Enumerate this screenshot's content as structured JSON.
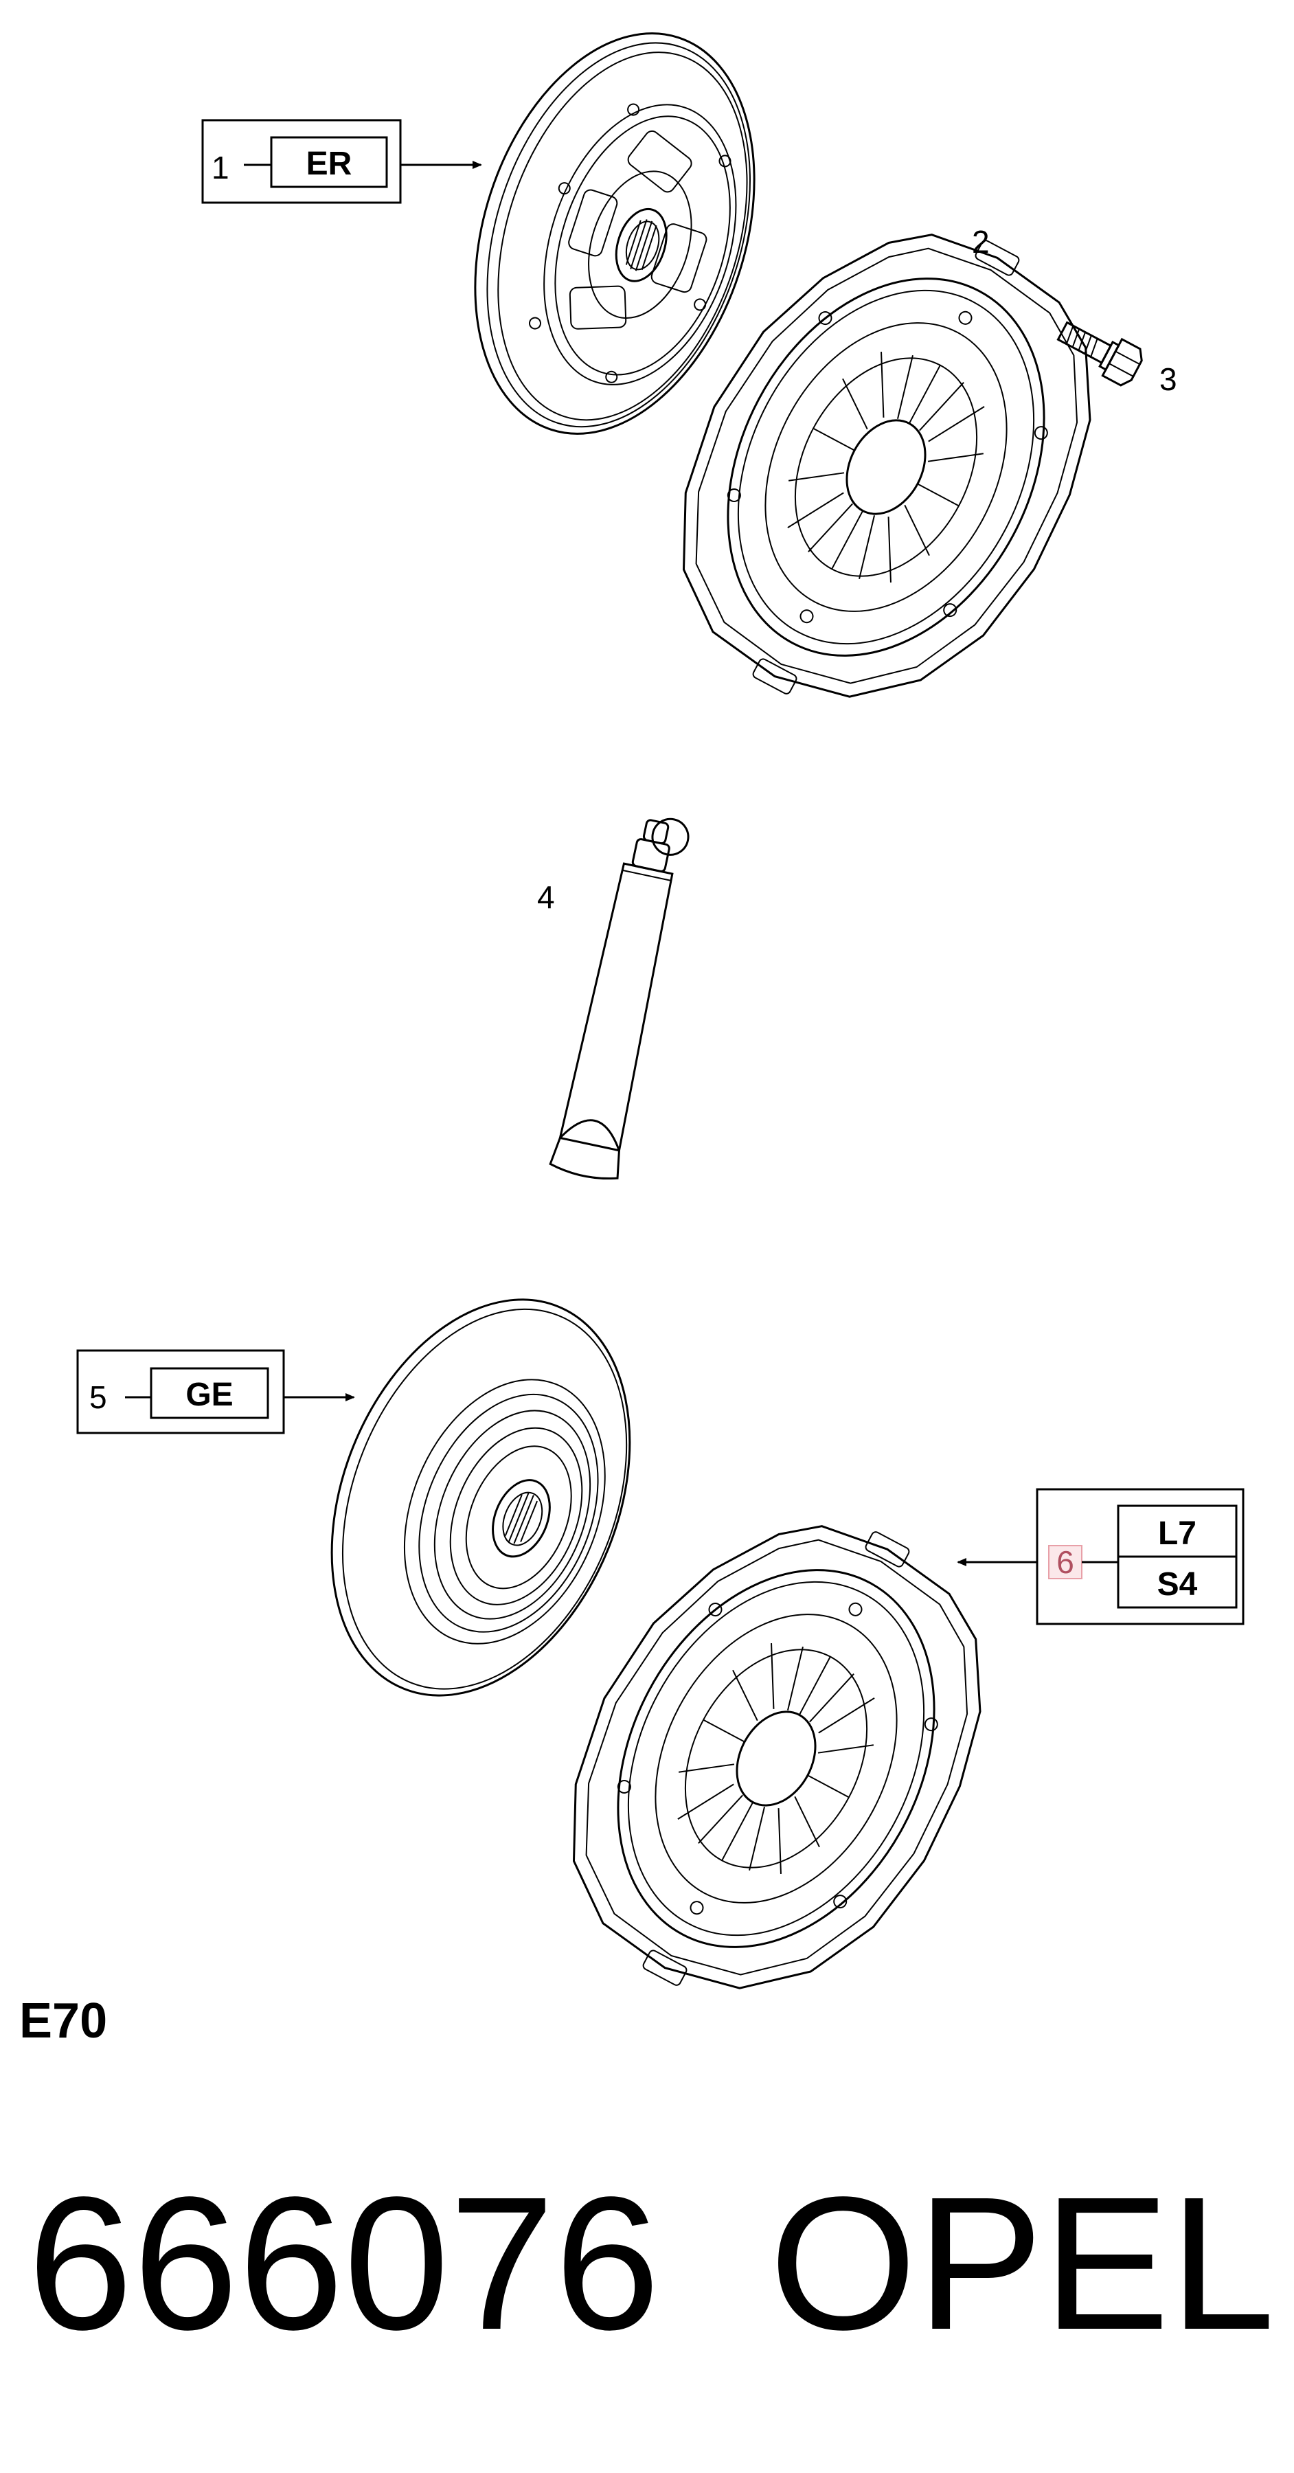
{
  "callouts": {
    "c1": {
      "number": "1",
      "codes": [
        "ER"
      ]
    },
    "c2": {
      "number": "2"
    },
    "c3": {
      "number": "3"
    },
    "c4": {
      "number": "4"
    },
    "c5": {
      "number": "5",
      "codes": [
        "GE"
      ]
    },
    "c6": {
      "number": "6",
      "codes": [
        "L7",
        "S4"
      ],
      "highlight_color": "#e8a0a8"
    }
  },
  "engine_code": "E70",
  "footer": {
    "part_number": "666076",
    "brand": "OPEL"
  },
  "icons": [
    "clutch-disc-1-icon",
    "pressure-plate-2-icon",
    "bolt-3-icon",
    "grease-tube-4-icon",
    "clutch-disc-5-icon",
    "pressure-plate-6-icon"
  ]
}
